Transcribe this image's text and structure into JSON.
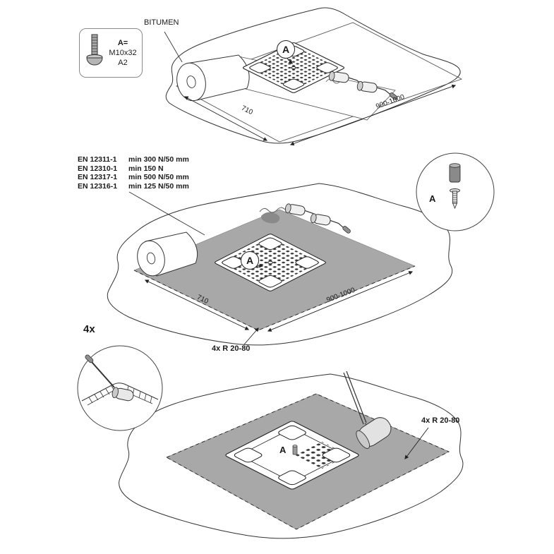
{
  "colors": {
    "line": "#2a2a2a",
    "membrane_gray": "#a8a8a8",
    "background": "#ffffff"
  },
  "step1": {
    "fastener_callout": {
      "label": "A=",
      "size": "M10x32",
      "grade": "A2"
    },
    "material_label": "BITUMEN",
    "plate_marker": "A",
    "dim_width": "710",
    "dim_length": "900-1000"
  },
  "step2": {
    "standards": [
      {
        "code": "EN 12311-1",
        "value": "min 300 N/50 mm"
      },
      {
        "code": "EN 12310-1",
        "value": "min 150 N"
      },
      {
        "code": "EN 12317-1",
        "value": "min 500 N/50 mm"
      },
      {
        "code": "EN 12316-1",
        "value": "min 125 N/50 mm"
      }
    ],
    "plate_marker": "A",
    "detail_marker": "A",
    "dim_width": "710",
    "dim_length": "900-1000",
    "corner_radius_label": "4x R 20-80"
  },
  "step3": {
    "count_label": "4x",
    "plate_marker": "A",
    "corner_radius_label": "4x R 20-80"
  }
}
